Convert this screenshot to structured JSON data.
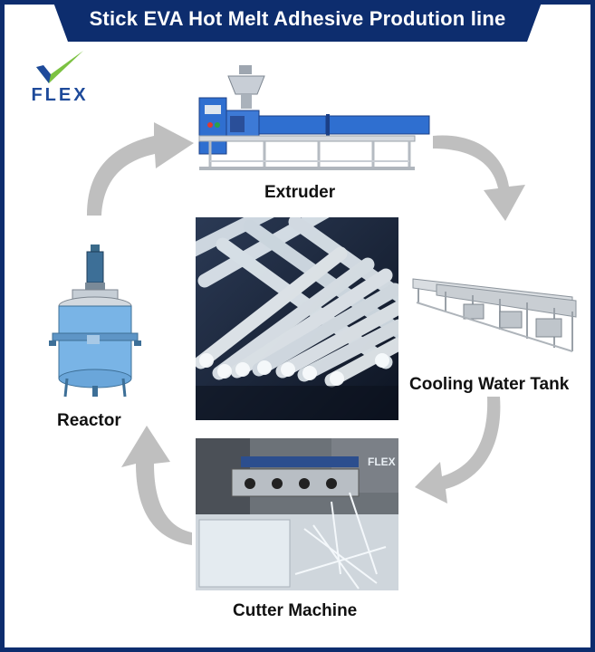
{
  "title": "Stick EVA Hot Melt Adhesive Prodution line",
  "logo": {
    "text": "FLEX",
    "accent": "#7cc242",
    "brand": "#1e4a9a"
  },
  "stages": {
    "extruder": "Extruder",
    "cooling": "Cooling Water Tank",
    "cutter": "Cutter Machine",
    "reactor": "Reactor"
  },
  "cutter_sign": "FLEX",
  "colors": {
    "frame": "#0d2d6e",
    "arrow": "#bfbfbf",
    "machine_blue": "#2f6fd0",
    "reactor_blue": "#79b4e6"
  },
  "icons": [
    "check-logo-icon",
    "cycle-arrow-icon"
  ]
}
